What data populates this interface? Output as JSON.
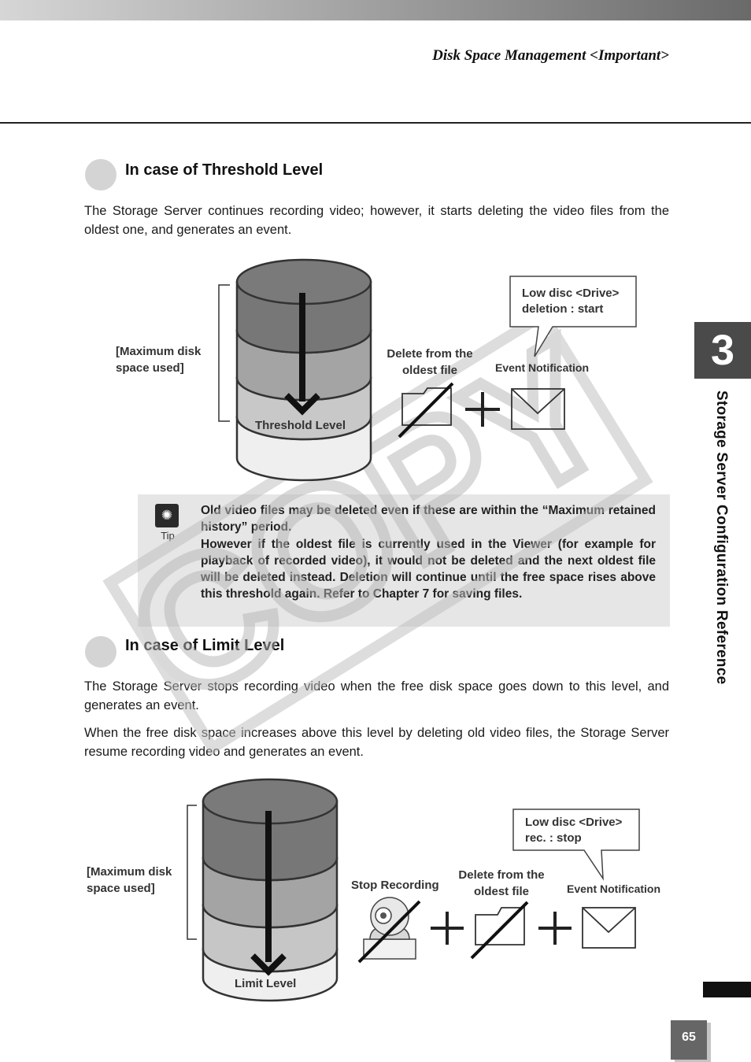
{
  "header": {
    "title": "Disk Space Management <Important>"
  },
  "section_threshold": {
    "heading": "In case of Threshold Level",
    "body": "The Storage Server continues recording video; however, it starts deleting the video files from the oldest one, and generates an event.",
    "diagram": {
      "bracket_label": "[Maximum disk space used]",
      "cylinder_label": "Threshold Level",
      "delete_label": "Delete from the oldest file",
      "event_label": "Event Notification",
      "callout_line1": "Low disc <Drive>",
      "callout_line2": "deletion : start"
    }
  },
  "tip": {
    "label": "Tip",
    "line1": "Old video files may be deleted even if these are within the “Maximum retained history” period.",
    "line2": "However if the oldest file is currently used in the Viewer (for example for playback of recorded video), it would not be deleted and the next oldest file will be deleted instead. Deletion will continue until the free space rises above this threshold again. Refer to Chapter 7 for saving files."
  },
  "section_limit": {
    "heading": "In case of Limit Level",
    "body1": "The Storage Server stops recording video when the free disk space goes down to this level, and generates an event.",
    "body2": "When the free disk space increases above this level by deleting old video files, the Storage Server resume recording video and generates an event.",
    "diagram": {
      "bracket_label": "[Maximum disk space used]",
      "cylinder_label": "Limit Level",
      "stop_label": "Stop Recording",
      "delete_label": "Delete from the oldest file",
      "event_label": "Event Notification",
      "callout_line1": "Low disc <Drive>",
      "callout_line2": "rec. : stop"
    }
  },
  "sidebar": {
    "chapter_number": "3",
    "chapter_title": "Storage Server Configuration Reference"
  },
  "watermark": "COPY",
  "page_number": "65"
}
